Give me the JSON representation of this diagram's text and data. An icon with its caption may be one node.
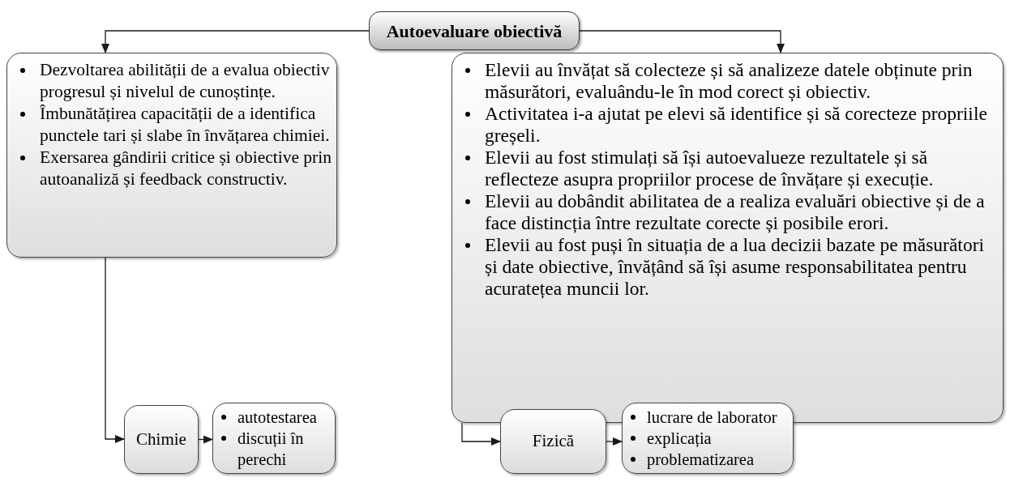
{
  "diagram": {
    "nodes": [
      {
        "text": [
          "Autoevaluare obiectivă"
        ]
      },
      {
        "text": [
          "Dezvoltarea abilității de a evalua obiectiv progresul și nivelul de cunoștințe.",
          "Îmbunătățirea capacității de a identifica punctele tari și slabe în învățarea chimiei.",
          "Exersarea gândirii critice și obiective prin autoanaliză și feedback constructiv."
        ]
      },
      {
        "text": [
          "Elevii au învățat să colecteze și să analizeze datele obținute prin măsurători, evaluându-le în mod corect și obiectiv.",
          "Activitatea i-a ajutat pe elevi să identifice și să corecteze propriile greșeli.",
          "Elevii au fost stimulați să își autoevalueze rezultatele și să reflecteze asupra propriilor procese de învățare și execuție.",
          "Elevii au dobândit abilitatea de a realiza evaluări obiective și de a face distincția între rezultate corecte și posibile erori.",
          "Elevii au fost puși în situația de a lua decizii bazate pe măsurători și date obiective, învățând să își asume responsabilitatea pentru acuratețea muncii lor."
        ]
      },
      {
        "text": [
          "Chimie"
        ]
      },
      {
        "text": [
          "autotestarea",
          "discuții în perechi"
        ]
      },
      {
        "text": [
          "Fizică"
        ]
      },
      {
        "text": [
          "lucrare de laborator",
          "explicația",
          "problematizarea"
        ]
      }
    ],
    "edges": [
      {
        "from": 0,
        "to": 1,
        "arrow": "to"
      },
      {
        "from": 0,
        "to": 2,
        "arrow": "to"
      },
      {
        "from": 1,
        "to": 3,
        "arrow": "to"
      },
      {
        "from": 3,
        "to": 4,
        "arrow": "to"
      },
      {
        "from": 2,
        "to": 5,
        "arrow": "to"
      },
      {
        "from": 5,
        "to": 6,
        "arrow": "to"
      }
    ]
  }
}
